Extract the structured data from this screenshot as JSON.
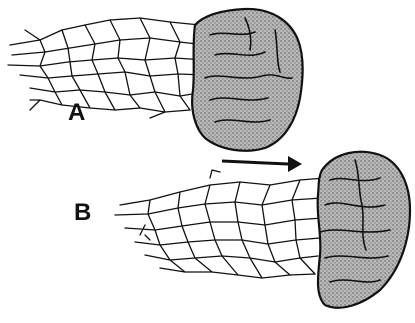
{
  "figure": {
    "panels": [
      {
        "id": "A",
        "label": "A"
      },
      {
        "id": "B",
        "label": "B"
      }
    ],
    "arrow": {
      "direction": "right",
      "meaning": ""
    },
    "colors": {
      "ink": "#111111",
      "stipple": "#8a8a8a",
      "background": "#ffffff"
    }
  }
}
